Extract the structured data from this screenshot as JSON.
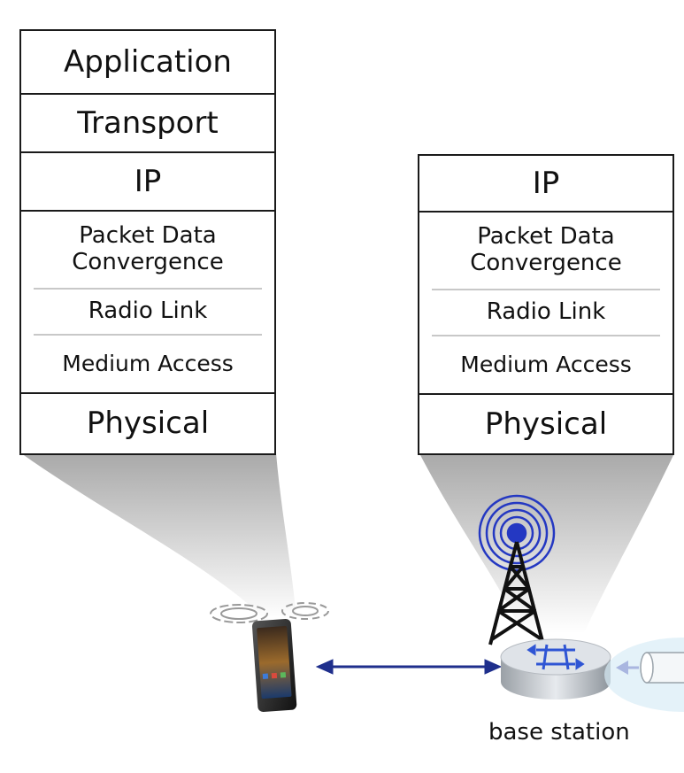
{
  "mobile_stack": {
    "application": "Application",
    "transport": "Transport",
    "ip": "IP",
    "pdcp": "Packet Data Convergence",
    "pdcp_line1": "Packet Data",
    "pdcp_line2": "Convergence",
    "rlc": "Radio Link",
    "mac": "Medium Access",
    "physical": "Physical"
  },
  "base_stack": {
    "ip": "IP",
    "pdcp_line1": "Packet Data",
    "pdcp_line2": "Convergence",
    "rlc": "Radio Link",
    "mac": "Medium Access",
    "physical": "Physical"
  },
  "labels": {
    "base_station": "base station"
  },
  "colors": {
    "link_arrow": "#1f2f8c",
    "antenna_rings": "#2438c2",
    "tower": "#111111",
    "router_top": "#dfe3e8",
    "router_symbol": "#2f55d4"
  },
  "icons": [
    "smartphone-icon",
    "antenna-tower-icon",
    "router-icon",
    "wireless-signal-icon",
    "cable-icon"
  ]
}
